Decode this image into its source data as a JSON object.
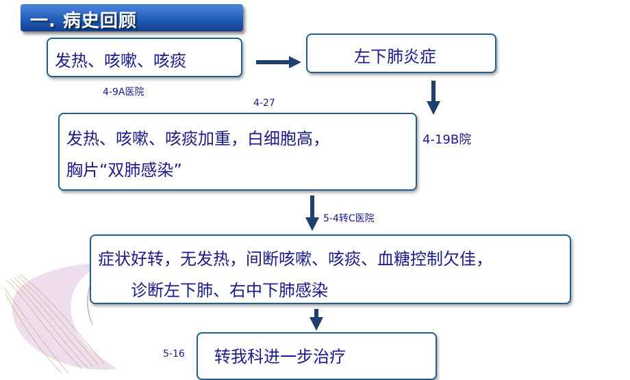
{
  "title": "一. 病史回顾",
  "boxes": {
    "b1": "发热、咳嗽、咳痰",
    "b2": "左下肺炎症",
    "b3": [
      "发热、咳嗽、咳痰加重，白细胞高，",
      "胸片“双肺感染”"
    ],
    "b4": [
      "症状好转，无发热，间断咳嗽、咳痰、血糖控制欠佳，",
      "诊断左下肺、右中下肺感染"
    ],
    "b5": "转我科进一步治疗"
  },
  "labels": {
    "l1": "4-9A医院",
    "l2": "4-27",
    "l3": "4-19B院",
    "l4": "5-4转C医院",
    "l5": "5-16"
  },
  "colors": {
    "text": "#1a1a8c",
    "border": "#1f5f8f",
    "arrow": "#1f3f6f",
    "title_bg": "#1e5bb8"
  }
}
